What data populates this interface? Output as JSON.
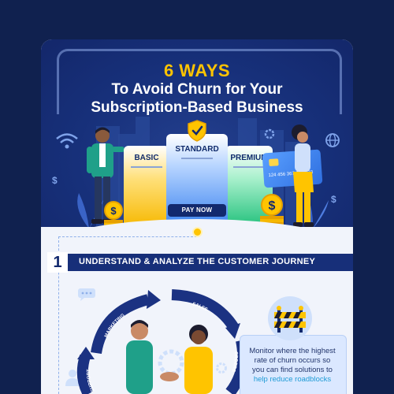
{
  "header": {
    "title_highlight": "6 WAYS",
    "title_line1": "To Avoid Churn for Your",
    "title_line2": "Subscription-Based Business"
  },
  "pricing": {
    "basic_label": "BASIC",
    "standard_label": "STANDARD",
    "premium_label": "PREMIUM",
    "pay_button": "PAY NOW"
  },
  "card": {
    "number": "124 456 367 789 123"
  },
  "step1": {
    "number": "1",
    "title": "UNDERSTAND & ANALYZE THE CUSTOMER JOURNEY",
    "cycle_labels": [
      "MARKETING",
      "SALES",
      "ORDERS",
      "SUPPORT"
    ]
  },
  "roadblock_card": {
    "line1": "Monitor where the highest",
    "line2": "rate of churn occurs so",
    "line3": "you can find solutions to",
    "highlight": "help reduce roadblocks"
  },
  "colors": {
    "navy": "#12296e",
    "accent_yellow": "#ffc400",
    "highlight_blue": "#1e9bd6"
  }
}
